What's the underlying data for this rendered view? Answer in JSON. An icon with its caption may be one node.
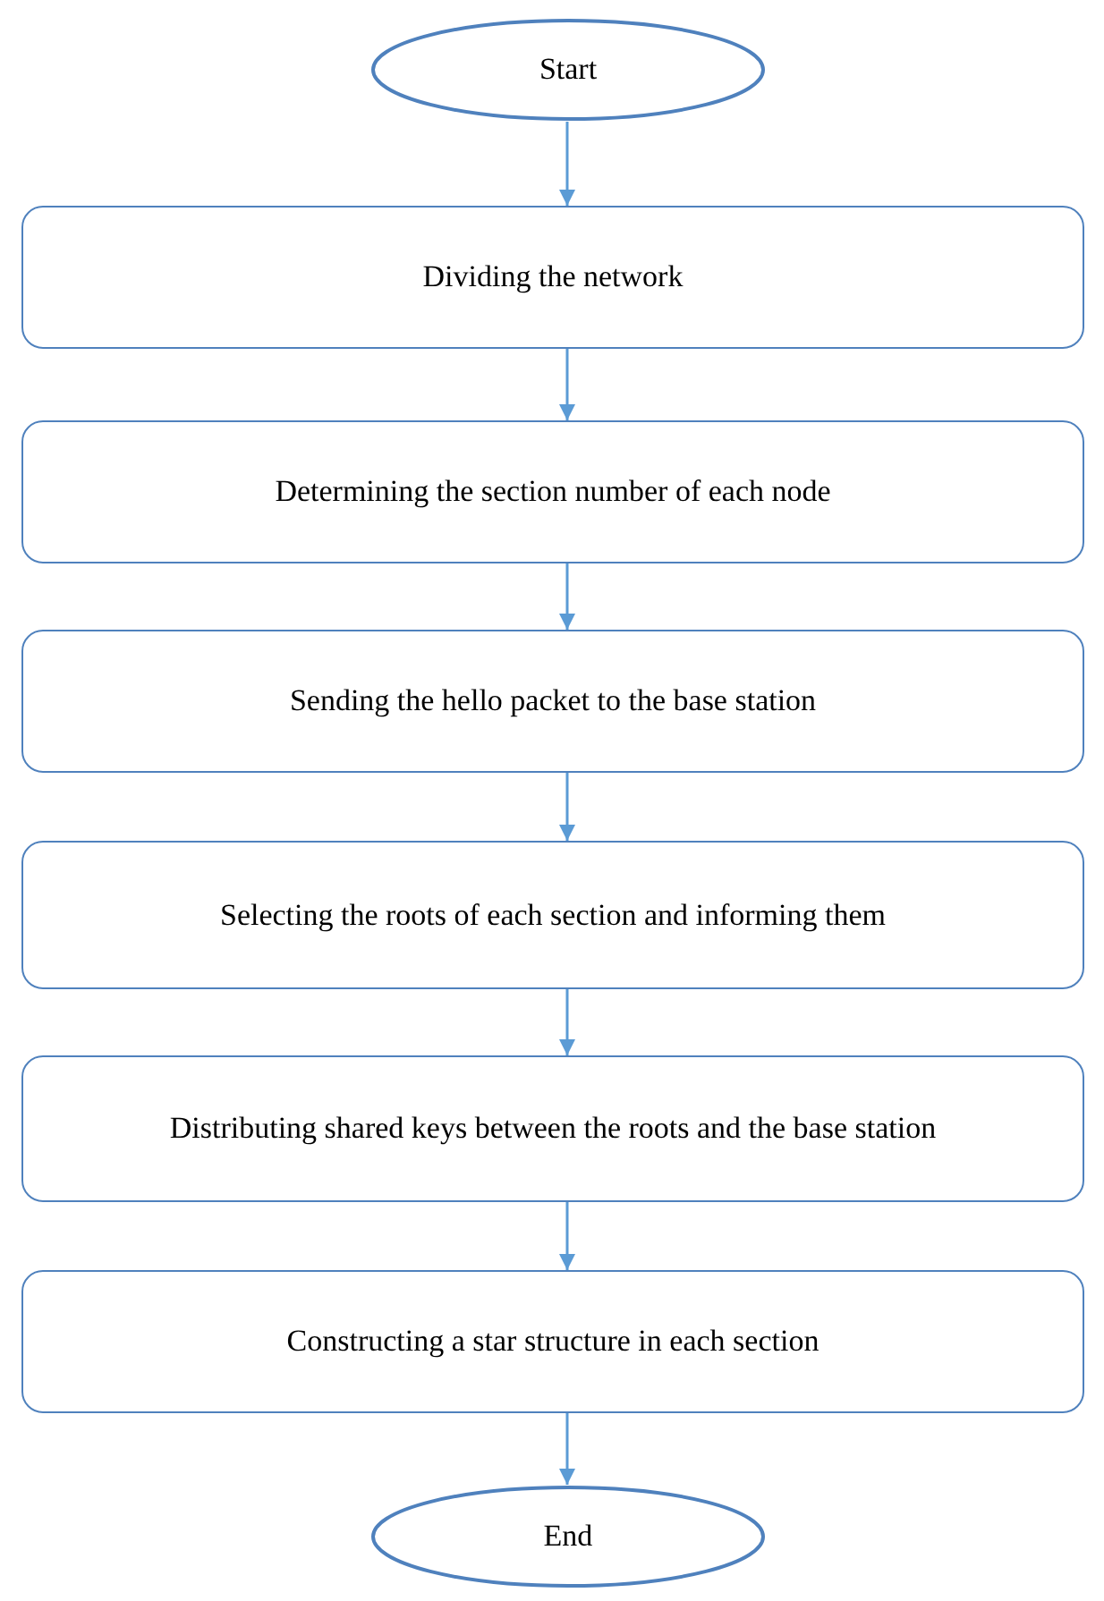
{
  "diagram": {
    "nodes": [
      {
        "text": [
          "Start"
        ]
      },
      {
        "text": [
          "Dividing the network"
        ]
      },
      {
        "text": [
          "Determining the section number of each node"
        ]
      },
      {
        "text": [
          "Sending the hello packet to the base station"
        ]
      },
      {
        "text": [
          "Selecting the roots of each section and informing them"
        ]
      },
      {
        "text": [
          "Distributing shared keys between the roots and the base station"
        ]
      },
      {
        "text": [
          "Constructing a star structure in each section"
        ]
      },
      {
        "text": [
          "End"
        ]
      }
    ],
    "edges": [
      {
        "from": 0,
        "to": 1,
        "arrow": "to"
      },
      {
        "from": 1,
        "to": 2,
        "arrow": "to"
      },
      {
        "from": 2,
        "to": 3,
        "arrow": "to"
      },
      {
        "from": 3,
        "to": 4,
        "arrow": "to"
      },
      {
        "from": 4,
        "to": 5,
        "arrow": "to"
      },
      {
        "from": 5,
        "to": 6,
        "arrow": "to"
      },
      {
        "from": 6,
        "to": 7,
        "arrow": "to"
      }
    ]
  }
}
